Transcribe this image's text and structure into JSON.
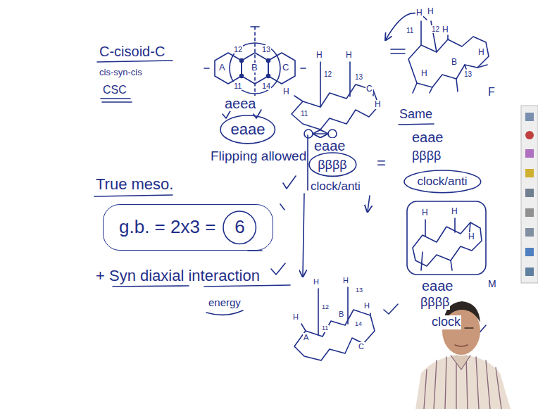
{
  "diagram": {
    "nodes": [
      {
        "text": [
          "eaae"
        ]
      },
      {
        "text": [
          "ββββ"
        ]
      },
      {
        "text": [
          "clock/anti"
        ]
      },
      {
        "text": [
          "g.b. = 2x3 ="
        ]
      },
      {
        "text": [
          "6"
        ],
        "in": 3
      }
    ],
    "labels": [
      "C-cisoid-C",
      "cis-syn-cis",
      "CSC",
      "12",
      "13",
      "A",
      "B",
      "C",
      "11",
      "14",
      "aeea",
      "Flipping allowed",
      "True meso.",
      "+ Syn diaxial interaction",
      "energy",
      "H",
      "H",
      "12",
      "13",
      "H",
      "C",
      "H",
      "11",
      "A",
      "eaae",
      "clock/anti",
      "=",
      "H",
      "H",
      "11",
      "12",
      "H",
      "H",
      "B",
      "13",
      "H",
      "F",
      "Same",
      "eaae",
      "ββββ",
      "H",
      "H",
      "H",
      "eaae",
      "ββββ",
      "M",
      "clock",
      "H",
      "H",
      "12",
      "13",
      "B",
      "H",
      "H",
      "11",
      "14",
      "A",
      "C"
    ]
  }
}
